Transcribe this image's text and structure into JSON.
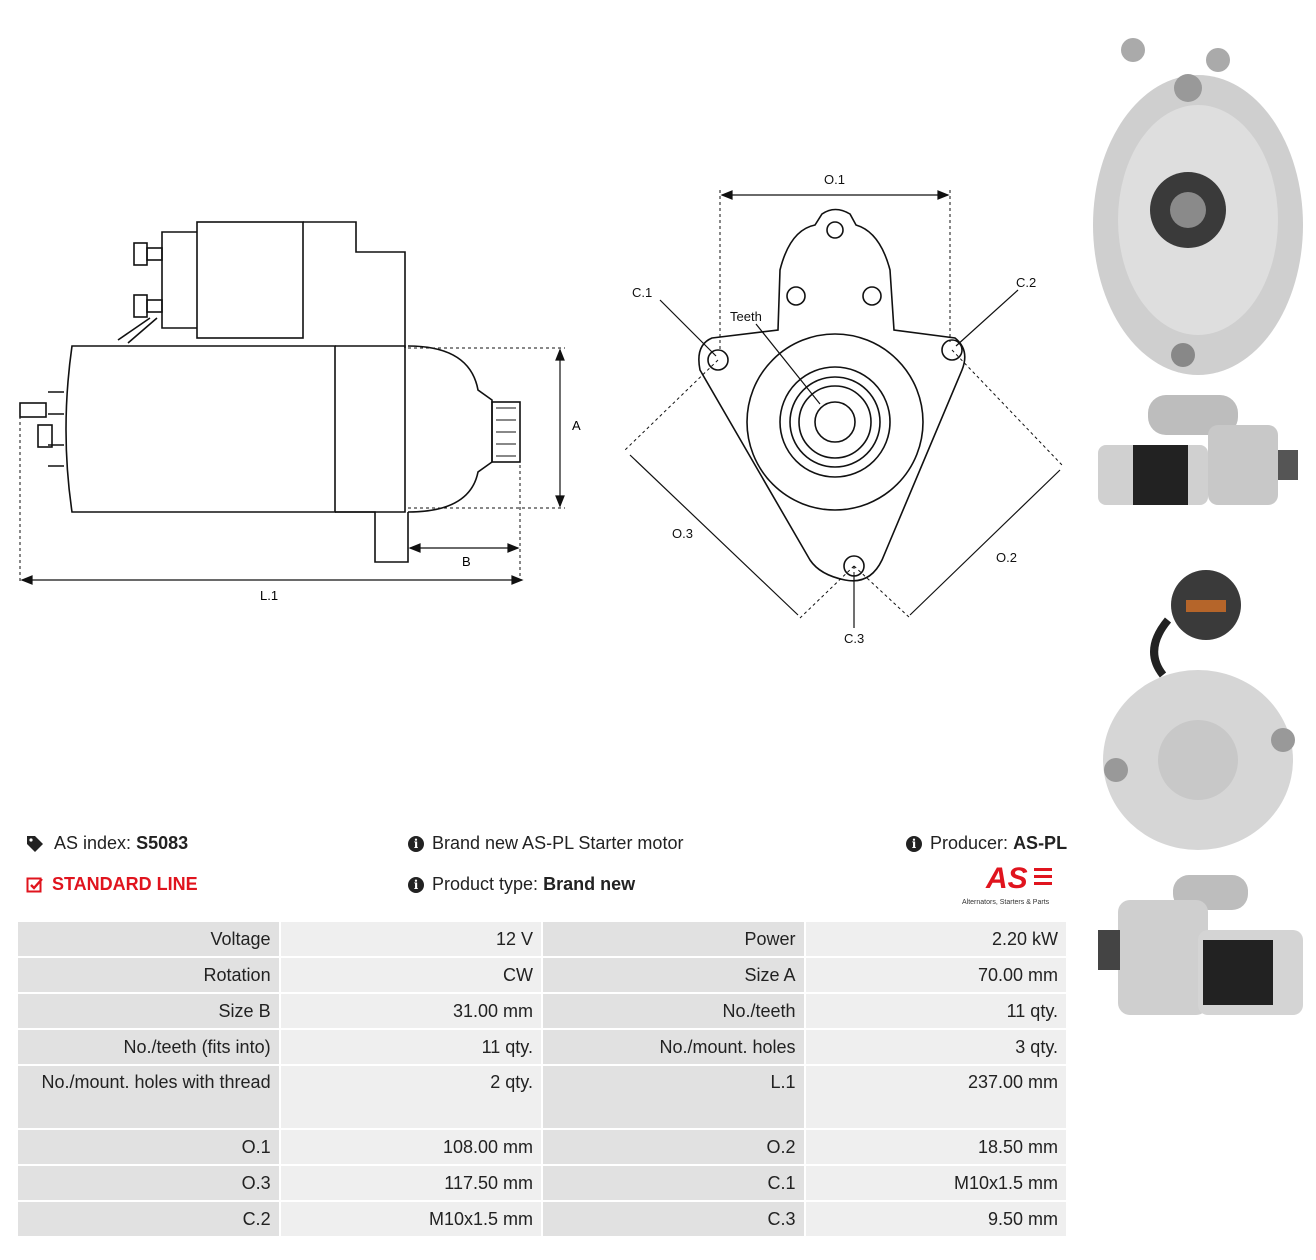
{
  "drawing": {
    "side_labels": {
      "a": "A",
      "b": "B",
      "l1": "L.1"
    },
    "front_labels": {
      "o1": "O.1",
      "o2": "O.2",
      "o3": "O.3",
      "c1": "C.1",
      "c2": "C.2",
      "c3": "C.3",
      "teeth": "Teeth"
    }
  },
  "header": {
    "as_index_label": "AS index:",
    "as_index_value": "S5083",
    "line_badge": "STANDARD LINE",
    "description": "Brand new AS-PL Starter motor",
    "product_type_label": "Product type:",
    "product_type_value": "Brand new",
    "producer_label": "Producer:",
    "producer_value": "AS-PL"
  },
  "logo": {
    "text": "AS",
    "tagline": "Alternators, Starters & Parts"
  },
  "specs": [
    [
      "Voltage",
      "12 V",
      "Power",
      "2.20 kW"
    ],
    [
      "Rotation",
      "CW",
      "Size A",
      "70.00 mm"
    ],
    [
      "Size B",
      "31.00 mm",
      "No./teeth",
      "11 qty."
    ],
    [
      "No./teeth (fits into)",
      "11 qty.",
      "No./mount. holes",
      "3 qty."
    ],
    [
      "No./mount. holes with thread",
      "2 qty.",
      "L.1",
      "237.00 mm"
    ],
    [
      "O.1",
      "108.00 mm",
      "O.2",
      "18.50 mm"
    ],
    [
      "O.3",
      "117.50 mm",
      "C.1",
      "M10x1.5 mm"
    ],
    [
      "C.2",
      "M10x1.5 mm",
      "C.3",
      "9.50 mm"
    ]
  ],
  "colors": {
    "accent_red": "#e0141e",
    "label_bg": "#e1e1e1",
    "value_bg": "#efefef"
  }
}
